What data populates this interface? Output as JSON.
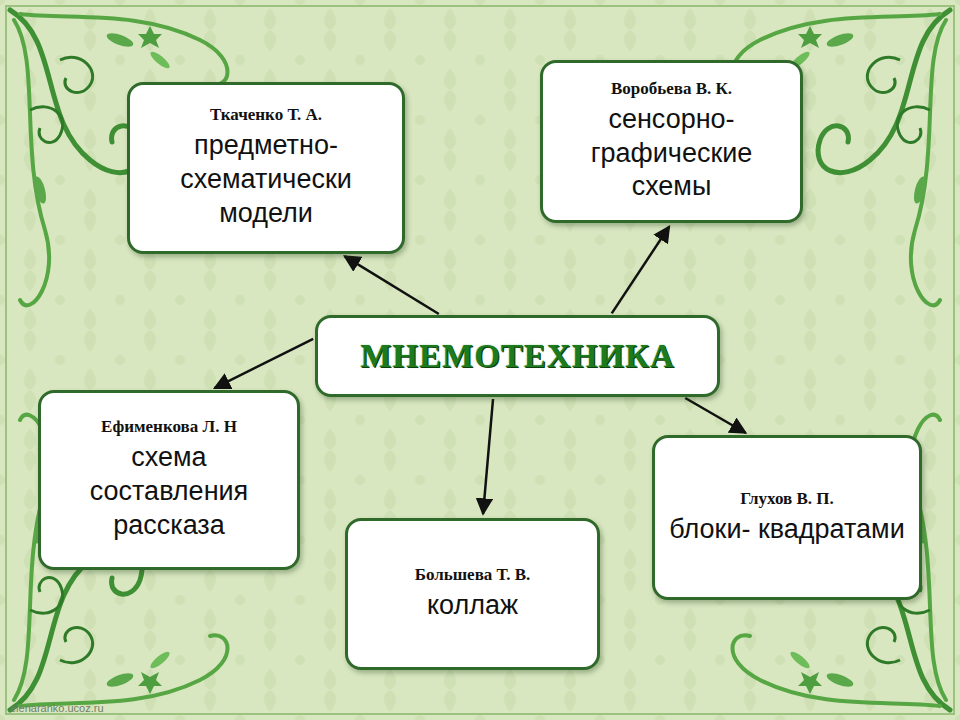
{
  "diagram": {
    "nodes": [
      {
        "text": [
          "Ткаченко Т. А.",
          "предметно- схематически модели"
        ]
      },
      {
        "text": [
          "Воробьева В. К.",
          "сенсорно- графические схемы"
        ]
      },
      {
        "text": [
          "МНЕМОТЕХНИКА"
        ]
      },
      {
        "text": [
          "Ефименкова Л. Н",
          "схема составления рассказа"
        ]
      },
      {
        "text": [
          "Глухов В. П.",
          "блоки- квадратами"
        ]
      },
      {
        "text": [
          "Большева Т. В.",
          "коллаж"
        ]
      }
    ],
    "edges": [
      {
        "from": 2,
        "to": 0,
        "arrow": "to"
      },
      {
        "from": 2,
        "to": 1,
        "arrow": "to"
      },
      {
        "from": 2,
        "to": 3,
        "arrow": "to"
      },
      {
        "from": 2,
        "to": 4,
        "arrow": "to"
      },
      {
        "from": 2,
        "to": 5,
        "arrow": "to"
      }
    ],
    "labels": [
      "elenaranko.ucoz.ru"
    ]
  }
}
